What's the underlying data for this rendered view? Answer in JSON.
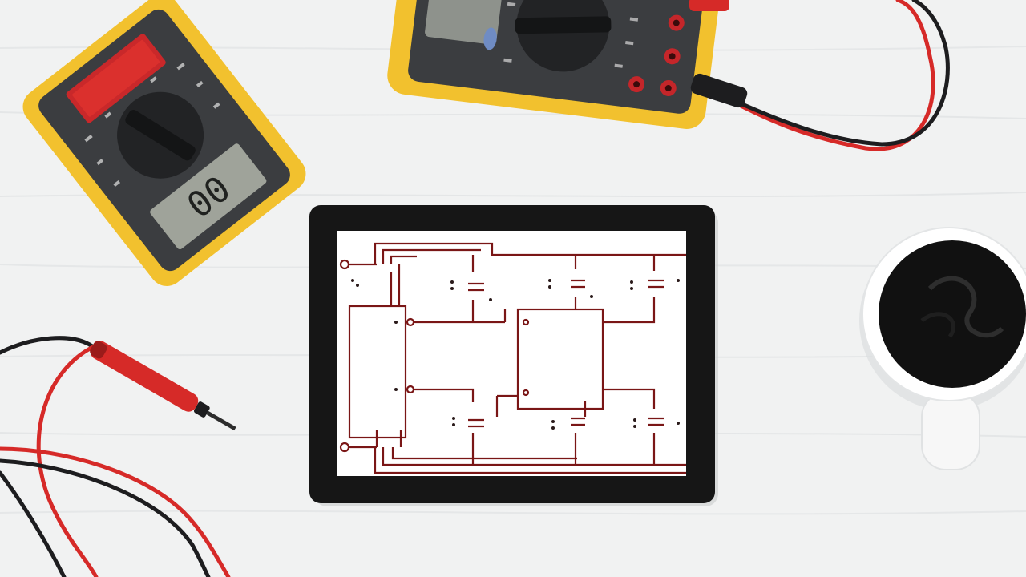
{
  "scene": {
    "description_items": [
      "multimeter",
      "multimeter",
      "test-probe",
      "tablet",
      "coffee-cup"
    ]
  },
  "multimeter_left": {
    "display_reading": "00",
    "body_color": "#f2c12e",
    "face_color": "#3b3d40",
    "upper_display_color": "#d62a28"
  },
  "multimeter_top": {
    "body_color": "#f2c12e",
    "face_color": "#3b3d40",
    "jack_color": "#c4262a"
  },
  "probe": {
    "handle_color": "#d62a28",
    "lead_red": "#d62a28",
    "lead_black": "#1d1d1f"
  },
  "tablet": {
    "frame_color": "#161616",
    "screen_color": "#ffffff",
    "wire_color": "#7a1616"
  },
  "cup": {
    "cup_color": "#ffffff",
    "coffee_color": "#111111"
  },
  "table": {
    "surface_color": "#f1f2f2",
    "grain_color": "#e3e5e6"
  }
}
